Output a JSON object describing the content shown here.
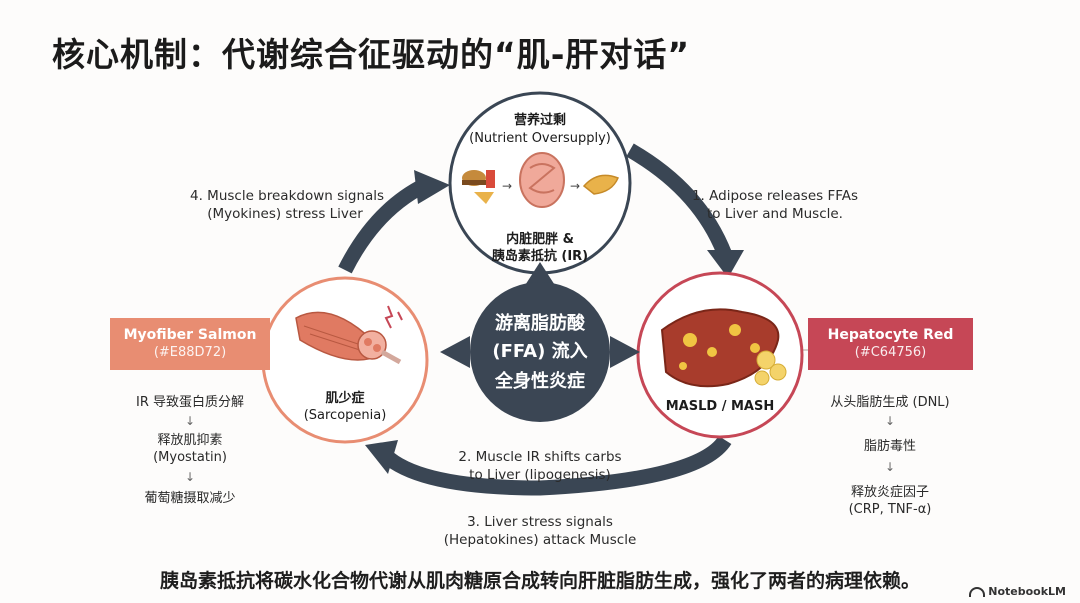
{
  "title": "核心机制：代谢综合征驱动的“肌-肝对话”",
  "nodes": {
    "top": {
      "line1": "营养过剩",
      "line2": "(Nutrient Oversupply)",
      "cap1": "内脏肥胖 &",
      "cap2": "胰岛素抵抗 (IR)"
    },
    "left": {
      "line1": "肌少症",
      "line2": "(Sarcopenia)"
    },
    "right": {
      "line1": "MASLD / MASH"
    }
  },
  "center": {
    "line1": "游离脂肪酸",
    "line2": "(FFA) 流入",
    "line3": "全身性炎症"
  },
  "arrows": {
    "a1": {
      "line1": "1. Adipose releases FFAs",
      "line2": "to Liver and Muscle."
    },
    "a2": {
      "line1": "2. Muscle IR shifts carbs",
      "line2": "to Liver (lipogenesis)"
    },
    "a3": {
      "line1": "3. Liver stress signals",
      "line2": "(Hepatokines) attack Muscle"
    },
    "a4": {
      "line1": "4. Muscle breakdown signals",
      "line2": "(Myokines) stress Liver"
    }
  },
  "left_panel": {
    "name": "Myofiber Salmon",
    "code": "(#E88D72)",
    "color": "#E88D72",
    "steps": [
      {
        "l1": "IR 导致蛋白质分解",
        "l2": ""
      },
      {
        "l1": "释放肌抑素",
        "l2": "(Myostatin)"
      },
      {
        "l1": "葡萄糖摄取减少",
        "l2": ""
      }
    ]
  },
  "right_panel": {
    "name": "Hepatocyte Red",
    "code": "(#C64756)",
    "color": "#C64756",
    "steps": [
      {
        "l1": "从头脂肪生成 (DNL)",
        "l2": ""
      },
      {
        "l1": "脂肪毒性",
        "l2": ""
      },
      {
        "l1": "释放炎症因子",
        "l2": "(CRP, TNF-α)"
      }
    ]
  },
  "footer": "胰岛素抵抗将碳水化合物代谢从肌肉糖原合成转向肝脏脂肪生成，强化了两者的病理依赖。",
  "brand": "NotebookLM",
  "colors": {
    "arrow": "#3a4654",
    "center": "#3b4654",
    "muscle": "#E88D72",
    "liver": "#C64756"
  }
}
